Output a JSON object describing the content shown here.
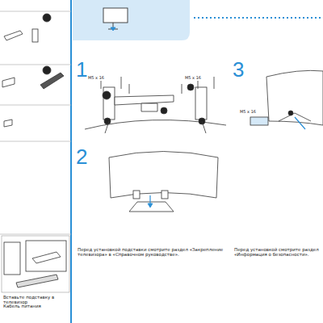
{
  "diagram": {
    "labels": [
      "1",
      "2",
      "3",
      "M5 x 16",
      "M5 x 16",
      "M5 x 16",
      "Перед установкой подставки смотрите раздел «Закрепление телевизора» в «Справочном руководстве».",
      "Перед установкой смотрите раздел «Информация о безопасности».",
      "Вставьте подставку в телевизор",
      "Кабель питания"
    ]
  }
}
